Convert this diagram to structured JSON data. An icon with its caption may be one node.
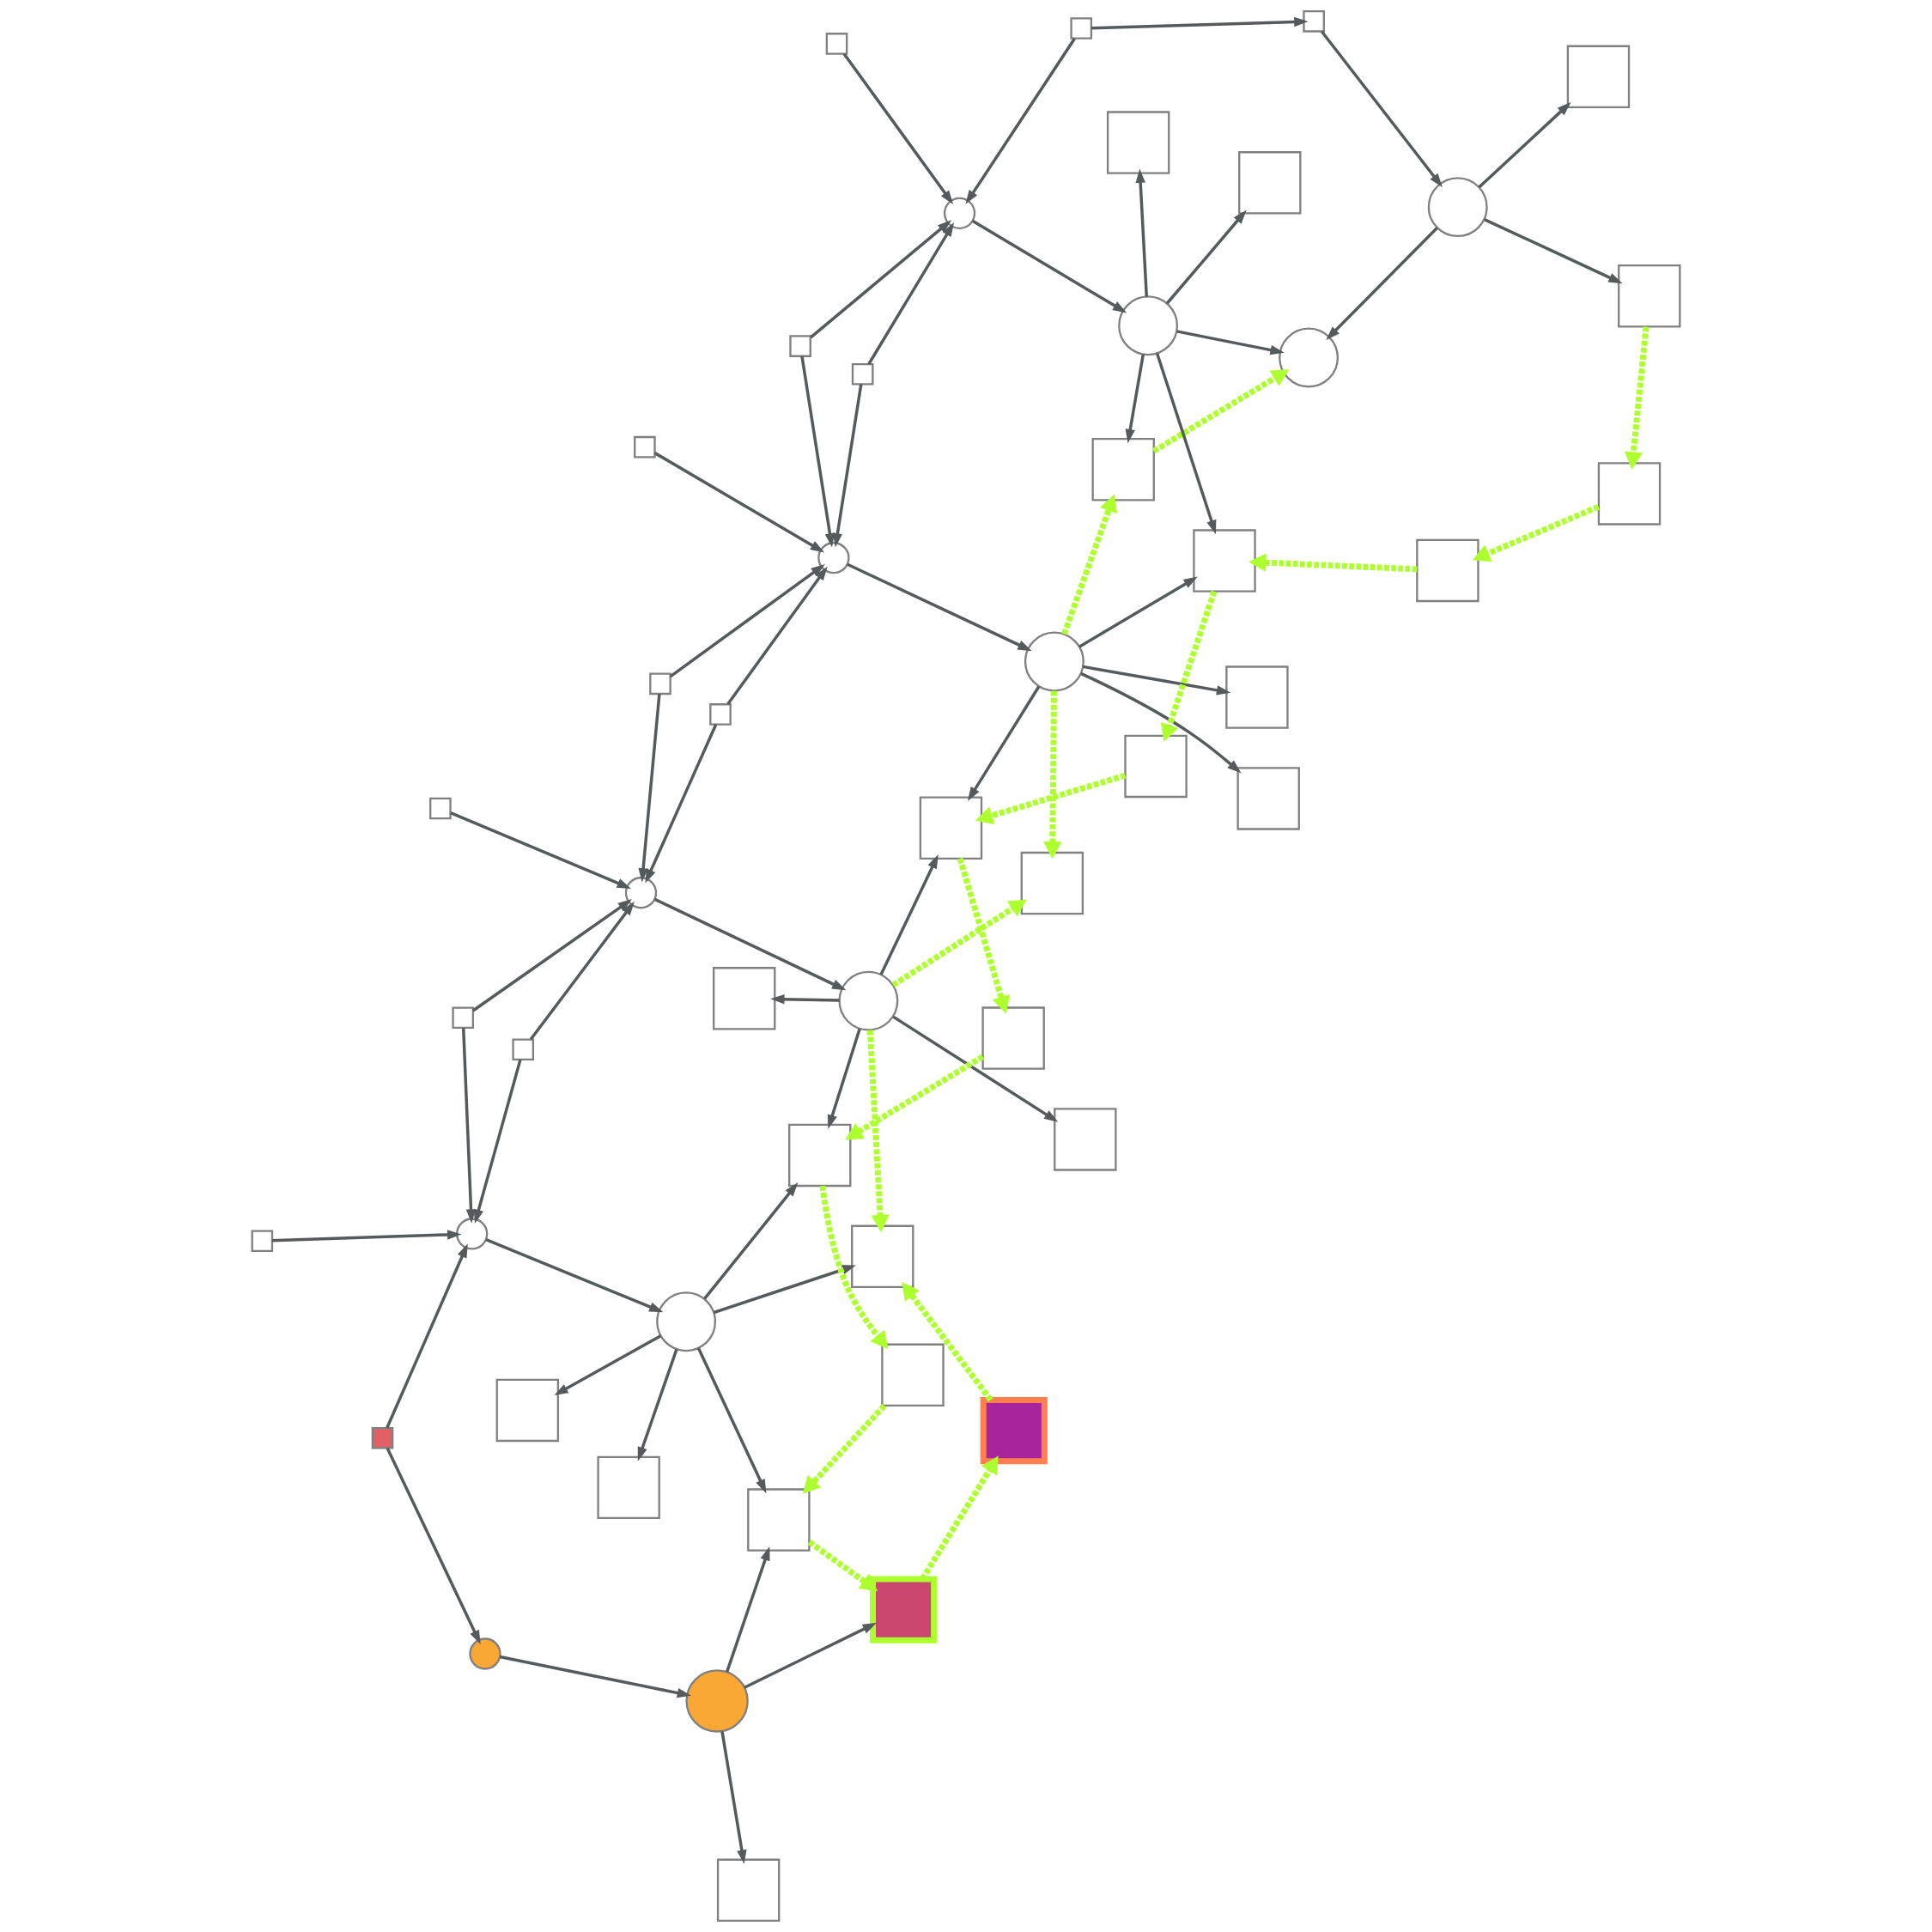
{
  "diagram": {
    "nodes": [
      {
        "text": [],
        "shape": "box"
      },
      {
        "text": [],
        "shape": "box"
      },
      {
        "text": [],
        "shape": "circle"
      },
      {
        "text": [],
        "shape": "box"
      },
      {
        "text": [],
        "shape": "circle"
      },
      {
        "text": [],
        "shape": "box"
      },
      {
        "text": [],
        "shape": "box"
      },
      {
        "text": [],
        "shape": "box"
      },
      {
        "text": [],
        "shape": "box"
      },
      {
        "text": [],
        "shape": "circle"
      },
      {
        "text": [],
        "shape": "circle"
      },
      {
        "text": [],
        "shape": "box"
      },
      {
        "text": [],
        "shape": "circle"
      },
      {
        "text": [],
        "shape": "box"
      },
      {
        "text": [],
        "shape": "box"
      },
      {
        "text": [],
        "shape": "box"
      },
      {
        "text": [],
        "shape": "box"
      },
      {
        "text": [],
        "shape": "box"
      },
      {
        "text": [],
        "shape": "box"
      },
      {
        "text": [],
        "shape": "box"
      },
      {
        "text": [],
        "shape": "circle"
      },
      {
        "text": [],
        "shape": "box"
      },
      {
        "text": [],
        "shape": "circle"
      },
      {
        "text": [],
        "shape": "box"
      },
      {
        "text": [],
        "shape": "box"
      },
      {
        "text": [],
        "shape": "box"
      },
      {
        "text": [],
        "shape": "box"
      },
      {
        "text": [],
        "shape": "box"
      },
      {
        "text": [],
        "shape": "box"
      },
      {
        "text": [],
        "shape": "circle"
      },
      {
        "text": [],
        "shape": "box"
      },
      {
        "text": [],
        "shape": "box"
      },
      {
        "text": [],
        "shape": "box"
      },
      {
        "text": [],
        "shape": "circle"
      },
      {
        "text": [],
        "shape": "box"
      },
      {
        "text": [],
        "shape": "box"
      },
      {
        "text": [],
        "shape": "box"
      },
      {
        "text": [],
        "shape": "box"
      },
      {
        "text": [],
        "shape": "circle"
      },
      {
        "text": [],
        "shape": "box"
      },
      {
        "text": [],
        "shape": "box"
      },
      {
        "text": [],
        "shape": "box"
      },
      {
        "text": [],
        "shape": "box"
      },
      {
        "text": [],
        "shape": "box"
      },
      {
        "text": [],
        "shape": "circle"
      },
      {
        "text": [],
        "shape": "box"
      },
      {
        "text": [],
        "shape": "circle"
      },
      {
        "text": [],
        "shape": "box"
      },
      {
        "text": [],
        "shape": "box"
      },
      {
        "text": [],
        "shape": "box"
      }
    ],
    "edges": [
      {
        "from": 0,
        "to": 4,
        "arrow": "to"
      },
      {
        "from": 1,
        "to": 4,
        "arrow": "to"
      },
      {
        "from": 1,
        "to": 2,
        "arrow": "to"
      },
      {
        "from": 2,
        "to": 9,
        "arrow": "to"
      },
      {
        "from": 9,
        "to": 6,
        "arrow": "to"
      },
      {
        "from": 9,
        "to": 13,
        "arrow": "to"
      },
      {
        "from": 9,
        "to": 14,
        "arrow": "to"
      },
      {
        "from": 3,
        "to": 4,
        "arrow": "to"
      },
      {
        "from": 3,
        "to": 10,
        "arrow": "to"
      },
      {
        "from": 7,
        "to": 4,
        "arrow": "to"
      },
      {
        "from": 7,
        "to": 10,
        "arrow": "to"
      },
      {
        "from": 5,
        "to": 10,
        "arrow": "to"
      },
      {
        "from": 4,
        "to": 12,
        "arrow": "to"
      },
      {
        "from": 12,
        "to": 8,
        "arrow": "to"
      },
      {
        "from": 12,
        "to": 13,
        "arrow": "to"
      },
      {
        "from": 12,
        "to": 18,
        "arrow": "to"
      },
      {
        "from": 12,
        "to": 19,
        "arrow": "to"
      },
      {
        "from": 12,
        "to": 21,
        "arrow": "to"
      },
      {
        "from": 10,
        "to": 20,
        "arrow": "to"
      },
      {
        "from": 20,
        "to": 15,
        "arrow": "to"
      },
      {
        "from": 11,
        "to": 10,
        "arrow": "to"
      },
      {
        "from": 11,
        "to": 22,
        "arrow": "to"
      },
      {
        "from": 17,
        "to": 10,
        "arrow": "to"
      },
      {
        "from": 17,
        "to": 22,
        "arrow": "to"
      },
      {
        "from": 16,
        "to": 22,
        "arrow": "to"
      },
      {
        "from": 22,
        "to": 29,
        "arrow": "to"
      },
      {
        "from": 29,
        "to": 25,
        "arrow": "to"
      },
      {
        "from": 20,
        "to": 21,
        "arrow": "to"
      },
      {
        "from": 20,
        "to": 27,
        "arrow": "to"
      },
      {
        "from": 20,
        "to": 30,
        "arrow": "to"
      },
      {
        "from": 20,
        "to": 18,
        "arrow": "to",
        "style": "dashed",
        "color": "#adff2f"
      },
      {
        "from": 20,
        "to": 23,
        "arrow": "to",
        "style": "dashed",
        "color": "#adff2f"
      },
      {
        "from": 24,
        "to": 22,
        "arrow": "to"
      },
      {
        "from": 28,
        "to": 22,
        "arrow": "to"
      },
      {
        "from": 24,
        "to": 33,
        "arrow": "to"
      },
      {
        "from": 28,
        "to": 33,
        "arrow": "to"
      },
      {
        "from": 31,
        "to": 33,
        "arrow": "to"
      },
      {
        "from": 29,
        "to": 30,
        "arrow": "to"
      },
      {
        "from": 29,
        "to": 35,
        "arrow": "to"
      },
      {
        "from": 29,
        "to": 37,
        "arrow": "to"
      },
      {
        "from": 29,
        "to": 34,
        "arrow": "to",
        "style": "dashed",
        "color": "#adff2f"
      },
      {
        "from": 29,
        "to": 23,
        "arrow": "to",
        "style": "dashed",
        "color": "#adff2f"
      },
      {
        "from": 33,
        "to": 38,
        "arrow": "to"
      },
      {
        "from": 40,
        "to": 33,
        "arrow": "to"
      },
      {
        "from": 40,
        "to": 43,
        "arrow": "to"
      },
      {
        "from": 43,
        "to": 46,
        "arrow": "to"
      },
      {
        "from": 38,
        "to": 34,
        "arrow": "to"
      },
      {
        "from": 38,
        "to": 37,
        "arrow": "to"
      },
      {
        "from": 38,
        "to": 39,
        "arrow": "to"
      },
      {
        "from": 38,
        "to": 42,
        "arrow": "to"
      },
      {
        "from": 38,
        "to": 44,
        "arrow": "to"
      },
      {
        "from": 34,
        "to": 44,
        "arrow": "to",
        "style": "dashed",
        "color": "#adff2f"
      },
      {
        "from": 46,
        "to": 44,
        "arrow": "to"
      },
      {
        "from": 46,
        "to": 48,
        "arrow": "to"
      },
      {
        "from": 46,
        "to": 47,
        "arrow": "to"
      },
      {
        "from": 47,
        "to": 49,
        "arrow": "to",
        "style": "dashed",
        "color": "#adff2f"
      },
      {
        "from": 49,
        "to": 45,
        "arrow": "to",
        "style": "dashed",
        "color": "#adff2f"
      },
      {
        "from": 45,
        "to": 37,
        "arrow": "to",
        "style": "dashed",
        "color": "#adff2f"
      },
      {
        "from": 37,
        "to": 41,
        "arrow": "to",
        "style": "dashed",
        "color": "#adff2f"
      },
      {
        "from": 41,
        "to": 30,
        "arrow": "to",
        "style": "dashed",
        "color": "#adff2f"
      },
      {
        "from": 30,
        "to": 36,
        "arrow": "to",
        "style": "dashed",
        "color": "#adff2f"
      },
      {
        "from": 36,
        "to": 21,
        "arrow": "to",
        "style": "dashed",
        "color": "#adff2f"
      },
      {
        "from": 21,
        "to": 32,
        "arrow": "to",
        "style": "dashed",
        "color": "#adff2f"
      },
      {
        "from": 32,
        "to": 13,
        "arrow": "to",
        "style": "dashed",
        "color": "#adff2f"
      },
      {
        "from": 13,
        "to": 14,
        "arrow": "to",
        "style": "dashed",
        "color": "#adff2f"
      },
      {
        "from": 14,
        "to": 26,
        "arrow": "to",
        "style": "dashed",
        "color": "#adff2f"
      },
      {
        "from": 26,
        "to": 18,
        "arrow": "to",
        "style": "dashed",
        "color": "#adff2f"
      }
    ]
  }
}
